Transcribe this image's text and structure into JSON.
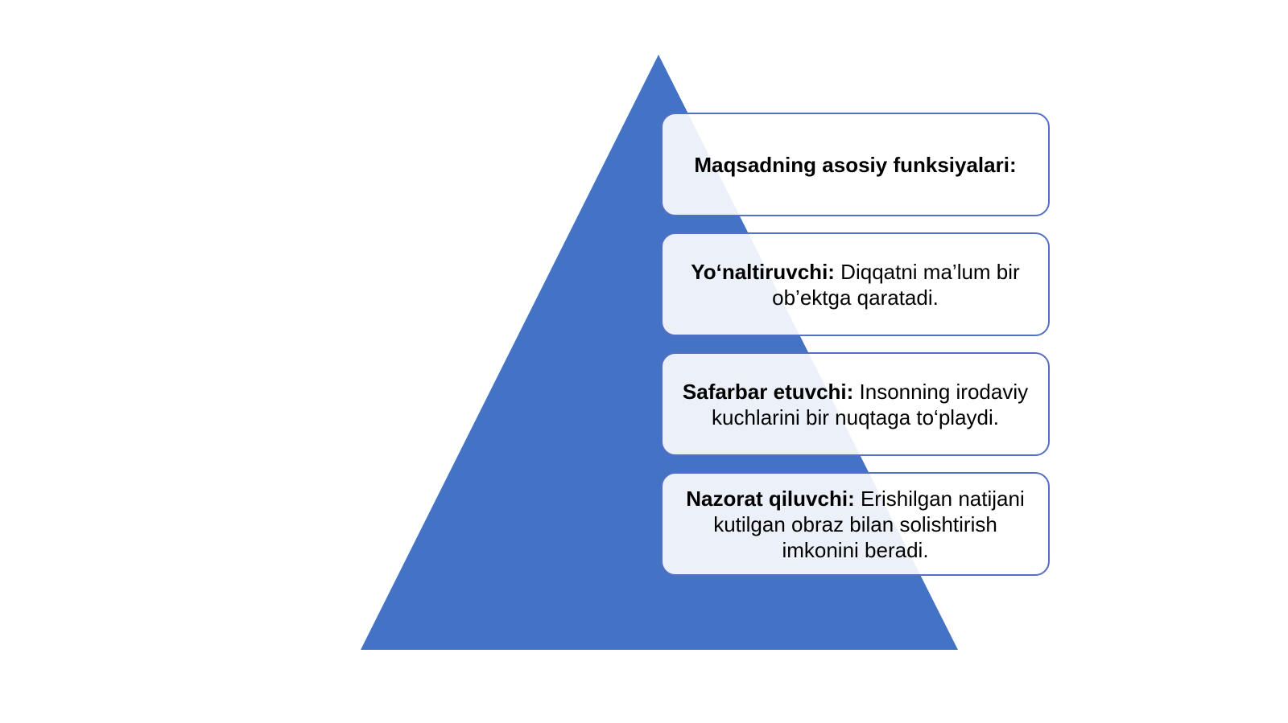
{
  "colors": {
    "pyramid_fill": "#4472c4",
    "card_border": "#5470c6",
    "card_fill": "#ffffff",
    "text": "#000000"
  },
  "cards": [
    {
      "bold": "Maqsadning asosiy funksiyalari:",
      "text": ""
    },
    {
      "bold": "Yo‘naltiruvchi:",
      "text": " Diqqatni ma’lum bir ob’ektga qaratadi."
    },
    {
      "bold": "Safarbar etuvchi:",
      "text": " Insonning irodaviy kuchlarini bir nuqtaga to‘playdi."
    },
    {
      "bold": "Nazorat qiluvchi:",
      "text": " Erishilgan natijani kutilgan obraz bilan solishtirish imkonini beradi."
    }
  ]
}
